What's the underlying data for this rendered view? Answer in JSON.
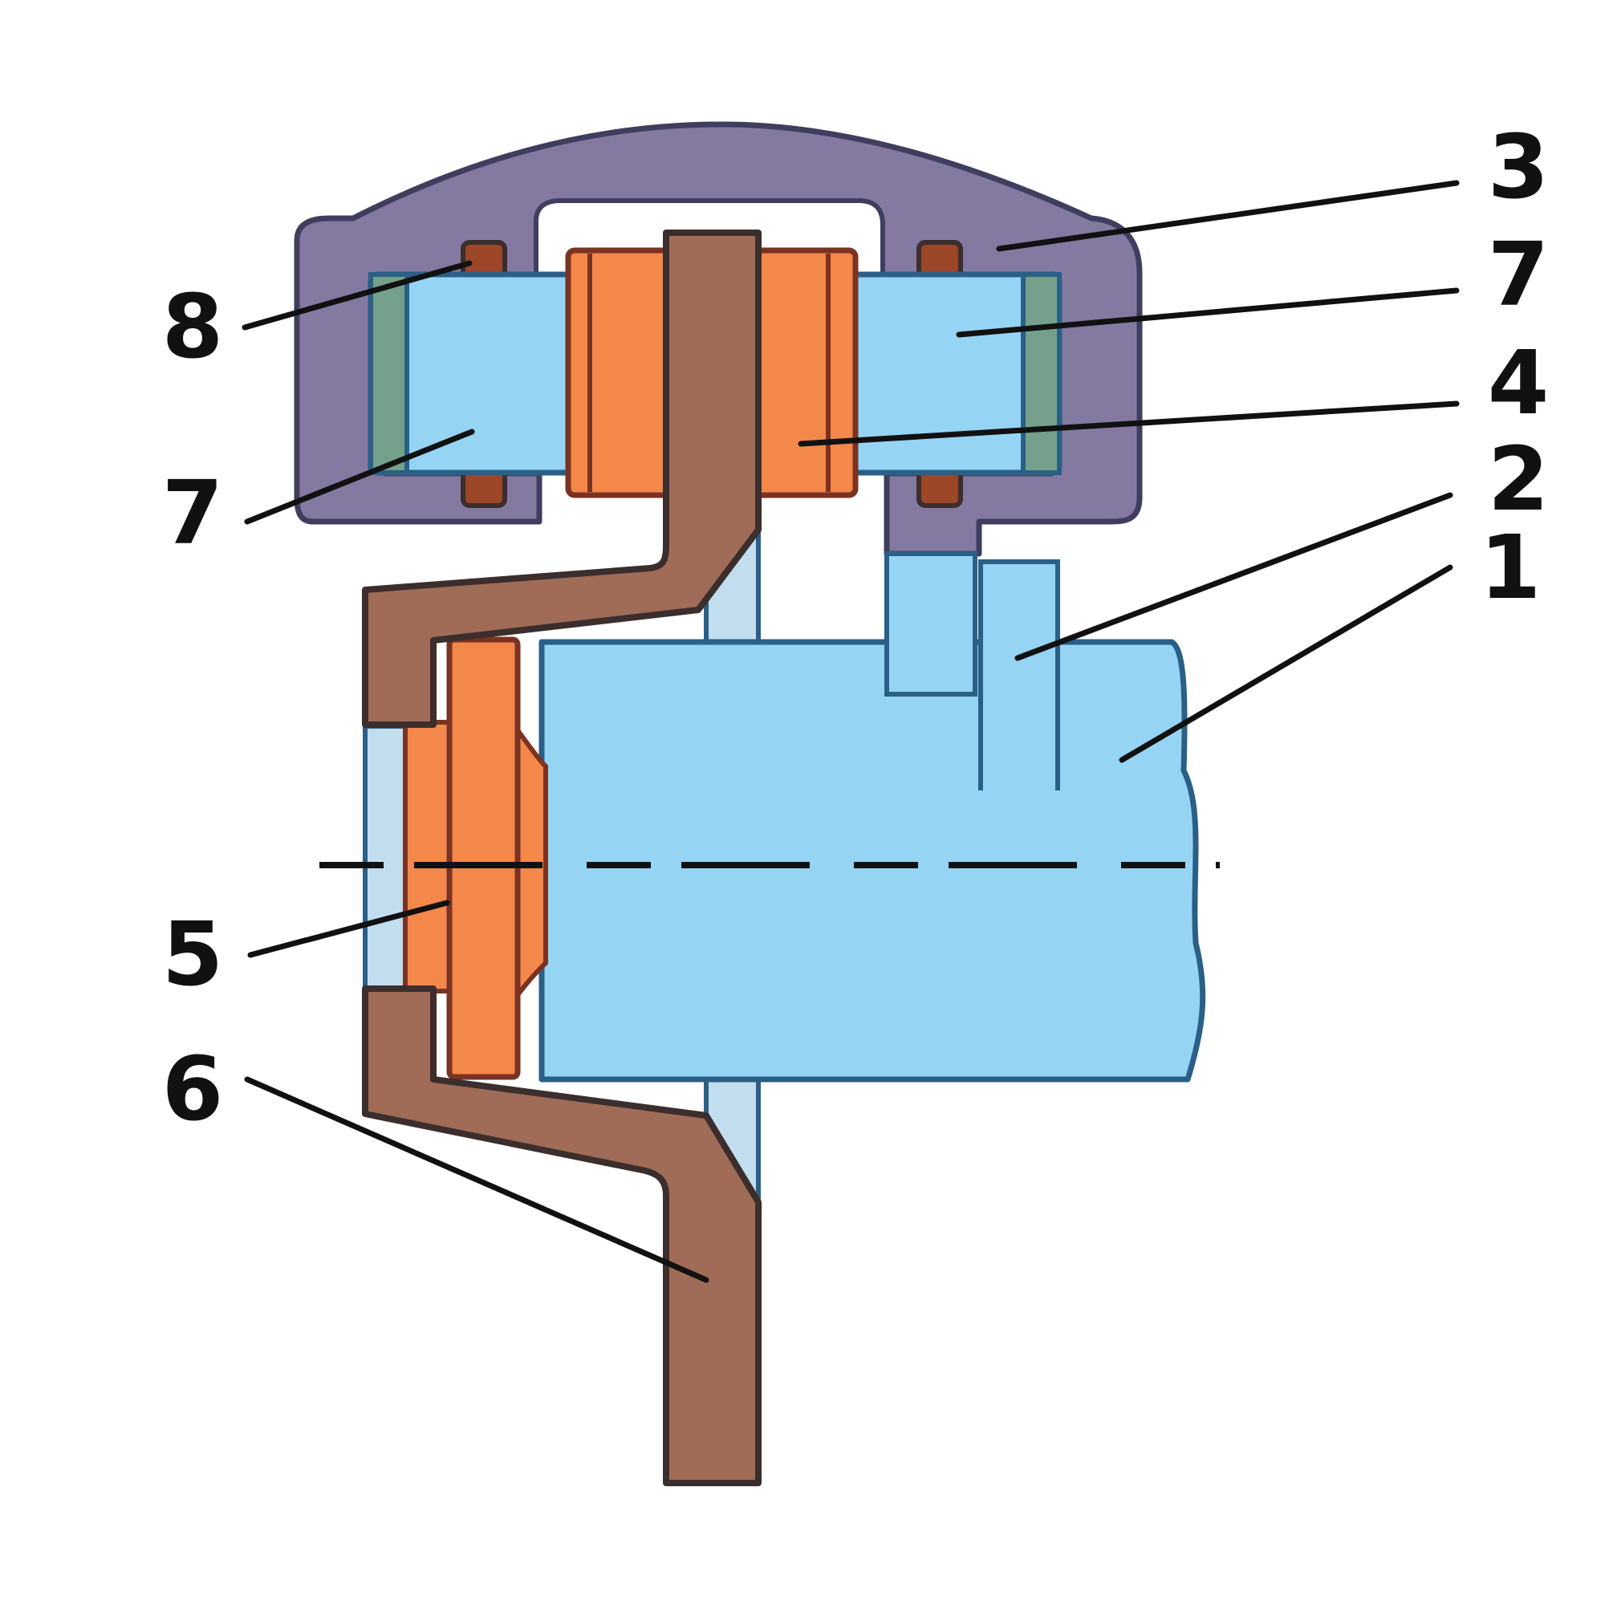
{
  "colors": {
    "housing": "#8479a1",
    "housing_stroke": "#3f3e5e",
    "shaft": "#96d4f4",
    "shaft_stroke": "#2a5f86",
    "gear": "#f4874a",
    "gear_stroke": "#7a3322",
    "lever": "#a06c58",
    "lever_stroke": "#3b2e2d",
    "seal": "#75a08c",
    "pin": "#9c4728",
    "pale_blue": "#c1ddee",
    "line": "#111111"
  },
  "callouts": [
    {
      "id": "callout-3",
      "text": "3"
    },
    {
      "id": "callout-7-right",
      "text": "7"
    },
    {
      "id": "callout-4",
      "text": "4"
    },
    {
      "id": "callout-2",
      "text": "2"
    },
    {
      "id": "callout-1",
      "text": "1"
    },
    {
      "id": "callout-8",
      "text": "8"
    },
    {
      "id": "callout-7-left",
      "text": "7"
    },
    {
      "id": "callout-5",
      "text": "5"
    },
    {
      "id": "callout-6",
      "text": "6"
    }
  ]
}
